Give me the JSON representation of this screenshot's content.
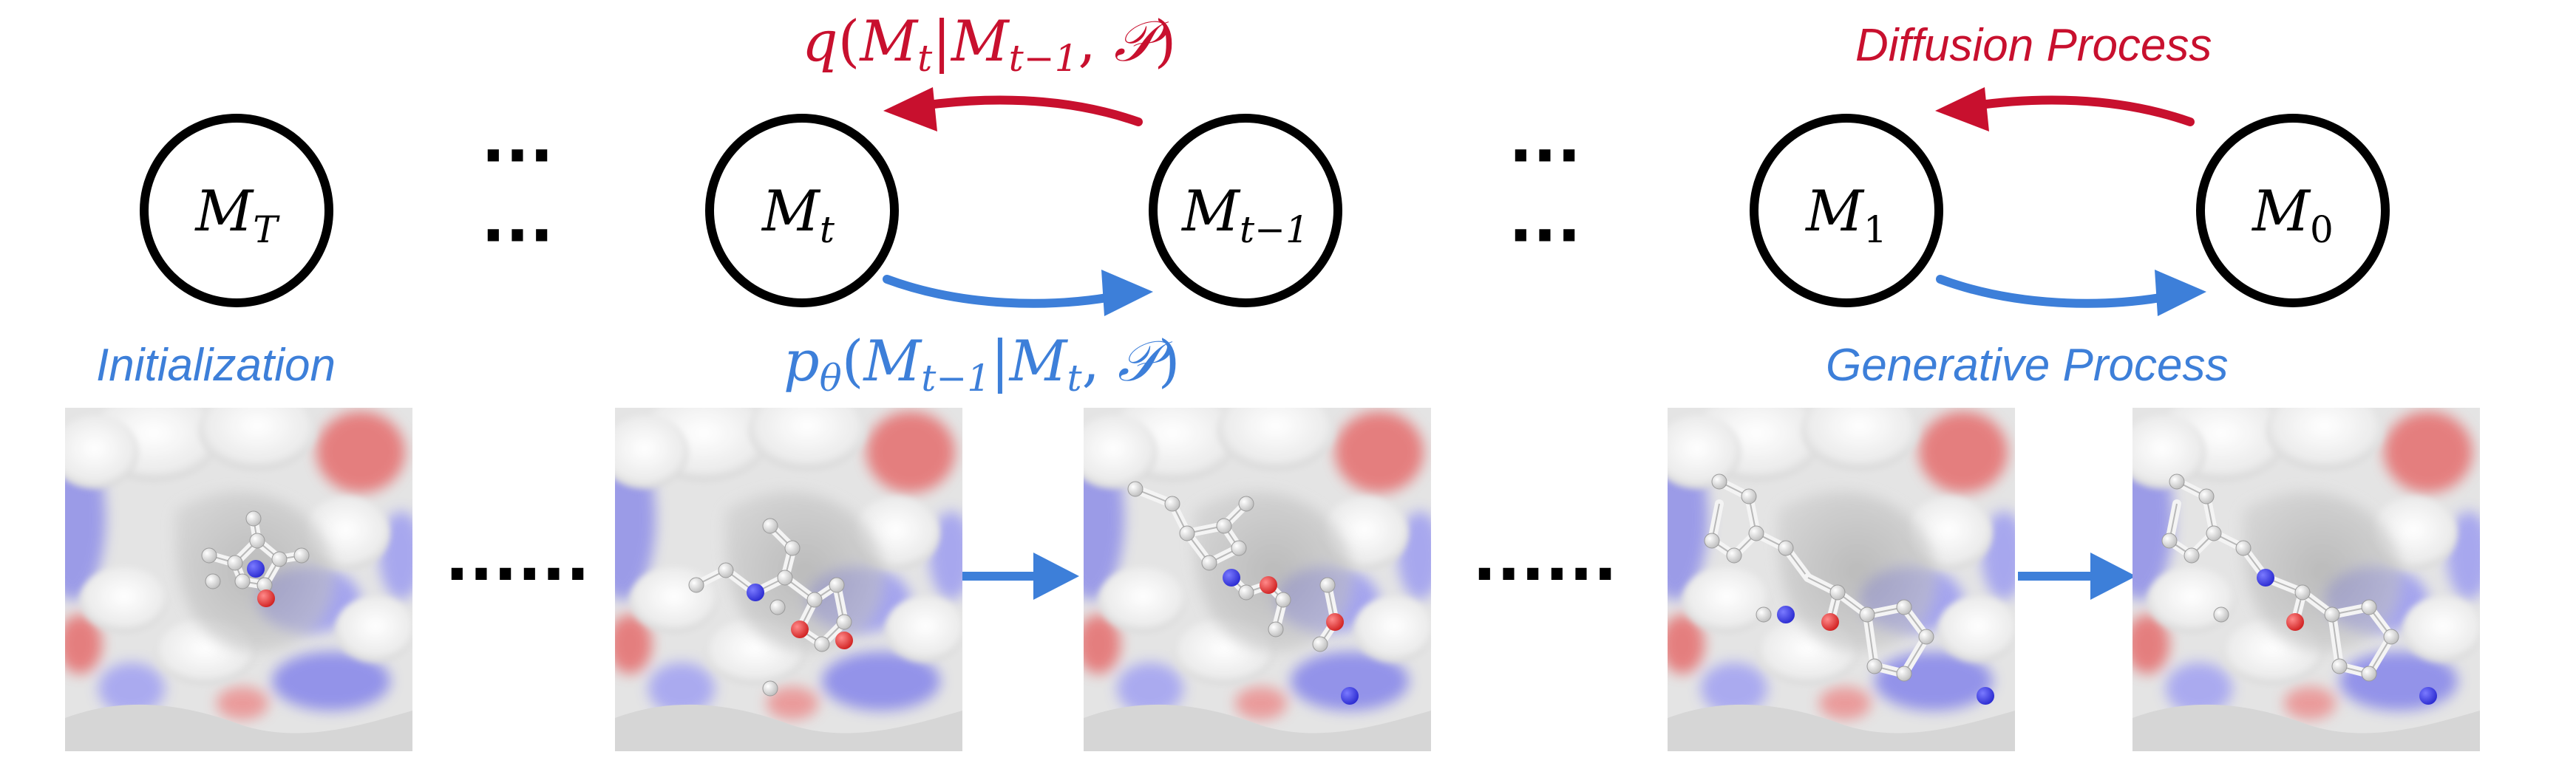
{
  "colors": {
    "red": "#c8102e",
    "blue": "#3d7fd9",
    "ink": "#000000"
  },
  "states": [
    {
      "base": "M",
      "sub": "T"
    },
    {
      "base": "M",
      "sub": "t"
    },
    {
      "base": "M",
      "sub": "t−1"
    },
    {
      "base": "M",
      "sub": "1"
    },
    {
      "base": "M",
      "sub": "0"
    }
  ],
  "ellipsis": "···",
  "dots_bottom": "......",
  "forward_formula": {
    "fn": "q",
    "open": "(",
    "arg1_base": "M",
    "arg1_sub": "t",
    "sep": "|",
    "arg2_base": "M",
    "arg2_sub": "t−1",
    "comma": ", ",
    "cond": "𝒫",
    "close": ")"
  },
  "reverse_formula": {
    "fn": "p",
    "fn_sub": "θ",
    "open": "(",
    "arg1_base": "M",
    "arg1_sub": "t−1",
    "sep": "|",
    "arg2_base": "M",
    "arg2_sub": "t",
    "comma": ", ",
    "cond": "𝒫",
    "close": ")"
  },
  "labels": {
    "diffusion": "Diffusion Process",
    "generative": "Generative Process",
    "initialization": "Initialization"
  },
  "panels": [
    {
      "name": "snapshot-initialization"
    },
    {
      "name": "snapshot-intermediate-1"
    },
    {
      "name": "snapshot-intermediate-2"
    },
    {
      "name": "snapshot-near-final"
    },
    {
      "name": "snapshot-final"
    }
  ]
}
